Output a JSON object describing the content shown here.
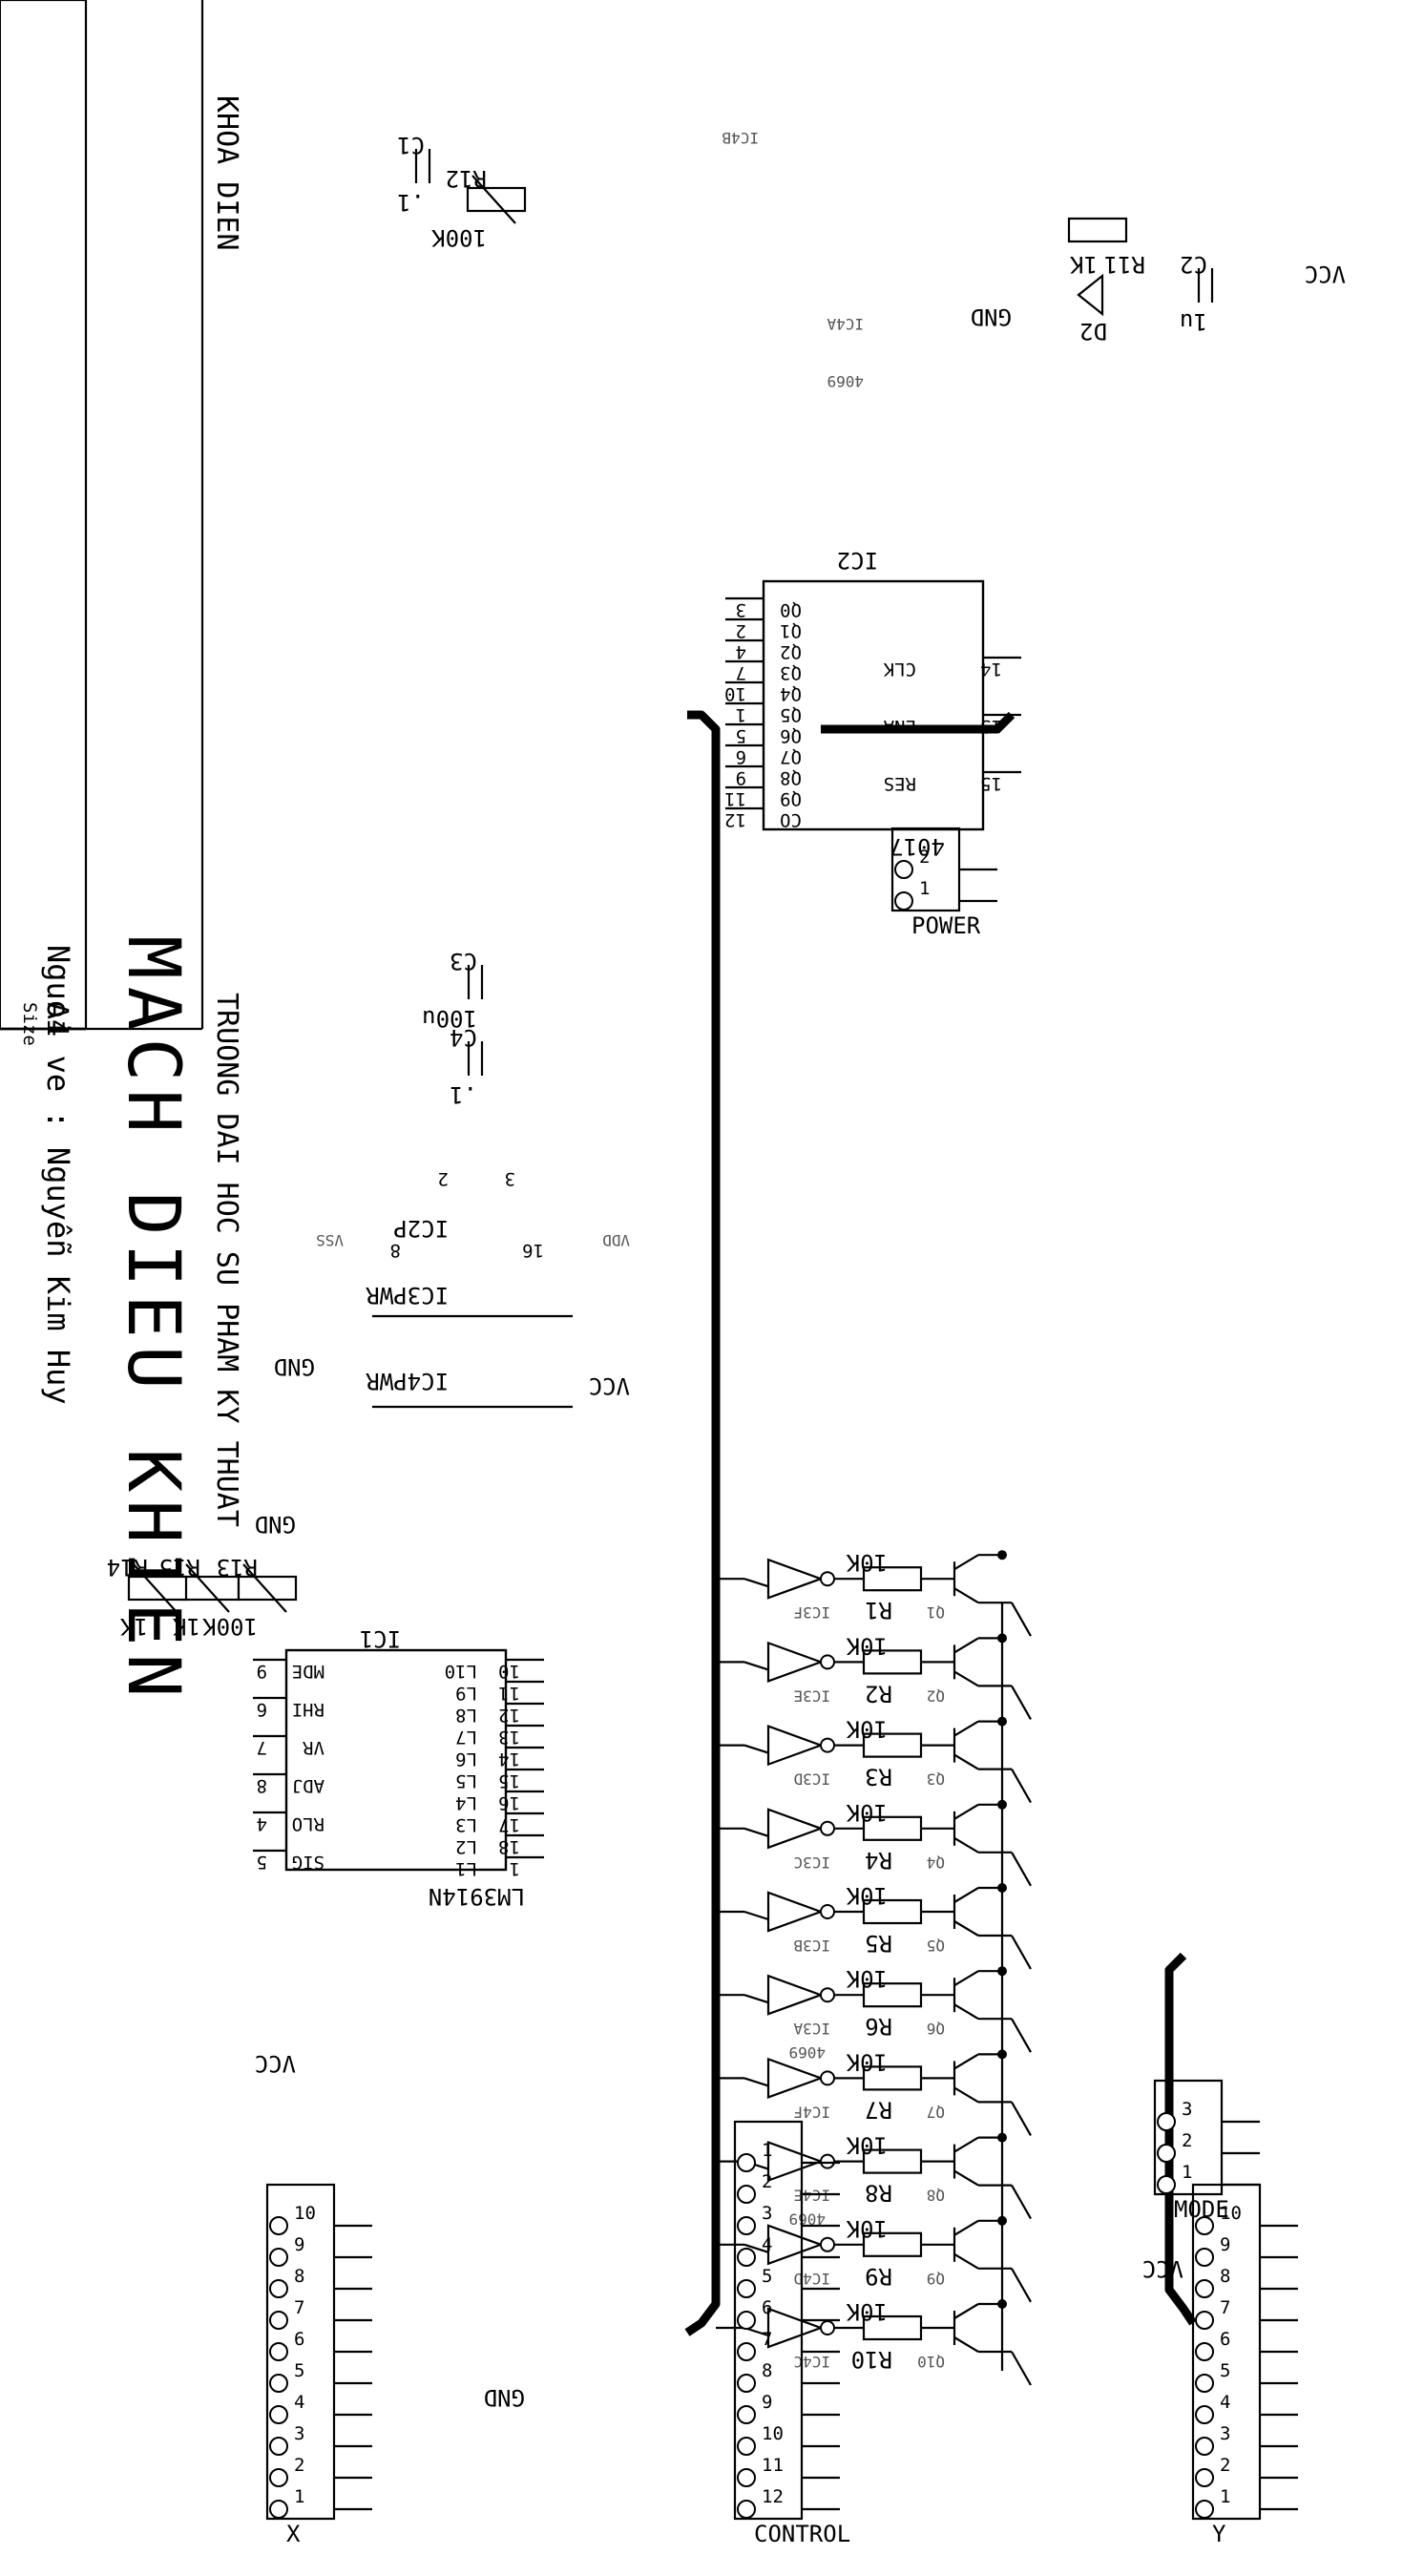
{
  "connectors": {
    "y": {
      "name": "Y",
      "pins": [
        "1",
        "2",
        "3",
        "4",
        "5",
        "6",
        "7",
        "8",
        "9",
        "10"
      ]
    },
    "control": {
      "name": "CONTROL",
      "pins": [
        "12",
        "11",
        "10",
        "9",
        "8",
        "7",
        "6",
        "5",
        "4",
        "3",
        "2",
        "1"
      ]
    },
    "x": {
      "name": "X",
      "pins": [
        "1",
        "2",
        "3",
        "4",
        "5",
        "6",
        "7",
        "8",
        "9",
        "10"
      ]
    },
    "mode": {
      "name": "MODE",
      "pins": [
        "1",
        "2",
        "3"
      ]
    },
    "power": {
      "name": "POWER",
      "pins": [
        "1",
        "2"
      ]
    }
  },
  "stages": [
    {
      "inv": "IC4C",
      "r_name": "R10",
      "r_val": "10K",
      "q": "Q10",
      "part": ""
    },
    {
      "inv": "IC4D",
      "r_name": "R9",
      "r_val": "10K",
      "q": "Q9",
      "part": ""
    },
    {
      "inv": "IC4E",
      "r_name": "R8",
      "r_val": "10K",
      "q": "Q8",
      "part": "4069"
    },
    {
      "inv": "IC4F",
      "r_name": "R7",
      "r_val": "10K",
      "q": "Q7",
      "part": ""
    },
    {
      "inv": "IC3A",
      "r_name": "R6",
      "r_val": "10K",
      "q": "Q6",
      "part": "4069"
    },
    {
      "inv": "IC3B",
      "r_name": "R5",
      "r_val": "10K",
      "q": "Q5",
      "part": ""
    },
    {
      "inv": "IC3C",
      "r_name": "R4",
      "r_val": "10K",
      "q": "Q4",
      "part": ""
    },
    {
      "inv": "IC3D",
      "r_name": "R3",
      "r_val": "10K",
      "q": "Q3",
      "part": ""
    },
    {
      "inv": "IC3E",
      "r_name": "R2",
      "r_val": "10K",
      "q": "Q2",
      "part": ""
    },
    {
      "inv": "IC3F",
      "r_name": "R1",
      "r_val": "10K",
      "q": "Q1",
      "part": ""
    }
  ],
  "ic1": {
    "ref": "IC1",
    "part": "LM3914N",
    "left_pins": [
      {
        "num": "9",
        "name": "MDE"
      },
      {
        "num": "6",
        "name": "RHI"
      },
      {
        "num": "7",
        "name": "VR"
      },
      {
        "num": "8",
        "name": "ADJ"
      },
      {
        "num": "4",
        "name": "RLO"
      },
      {
        "num": "5",
        "name": "SIG"
      }
    ],
    "right_pins": [
      {
        "num": "10",
        "name": "L10"
      },
      {
        "num": "11",
        "name": "L9"
      },
      {
        "num": "12",
        "name": "L8"
      },
      {
        "num": "13",
        "name": "L7"
      },
      {
        "num": "14",
        "name": "L6"
      },
      {
        "num": "15",
        "name": "L5"
      },
      {
        "num": "16",
        "name": "L4"
      },
      {
        "num": "17",
        "name": "L3"
      },
      {
        "num": "18",
        "name": "L2"
      },
      {
        "num": "1",
        "name": "L1"
      }
    ]
  },
  "ic2": {
    "ref": "IC2",
    "part": "4017",
    "outputs": [
      {
        "num": "3",
        "name": "Q0"
      },
      {
        "num": "2",
        "name": "Q1"
      },
      {
        "num": "4",
        "name": "Q2"
      },
      {
        "num": "7",
        "name": "Q3"
      },
      {
        "num": "10",
        "name": "Q4"
      },
      {
        "num": "1",
        "name": "Q5"
      },
      {
        "num": "5",
        "name": "Q6"
      },
      {
        "num": "6",
        "name": "Q7"
      },
      {
        "num": "9",
        "name": "Q8"
      },
      {
        "num": "11",
        "name": "Q9"
      },
      {
        "num": "12",
        "name": "CO"
      }
    ],
    "inputs": [
      {
        "num": "14",
        "name": "CLK"
      },
      {
        "num": "13",
        "name": "ENA"
      },
      {
        "num": "15",
        "name": "RES"
      }
    ]
  },
  "ic2p": {
    "ref": "IC2P",
    "pin8": "8",
    "pin16": "16",
    "pin2": "2",
    "pin3": "3",
    "vss": "VSS",
    "vdd": "VDD"
  },
  "power_parts": {
    "ic4pwr": "IC4PWR",
    "ic3pwr": "IC3PWR"
  },
  "pots": {
    "r15": {
      "name": "R15",
      "val": "1K"
    },
    "r14": {
      "name": "R14",
      "val": "1K"
    },
    "r13": {
      "name": "R13",
      "val": "100K"
    },
    "r12": {
      "name": "R12",
      "val": "100K"
    }
  },
  "caps": {
    "c4": {
      "name": "C4",
      "val": ".1"
    },
    "c3": {
      "name": "C3",
      "val": "100u"
    },
    "c2": {
      "name": "C2",
      "val": "1u"
    },
    "c1": {
      "name": "C1",
      "val": ".1"
    }
  },
  "misc": {
    "d2": "D2",
    "r11": "R11",
    "r11_val": "1K",
    "ic4a": "IC4A",
    "ic4b": "IC4B",
    "ic4a_part": "4069",
    "vcc": "VCC",
    "gnd": "GND"
  },
  "title_block": {
    "school": "TRUONG DAI HOC SU PHAM KY THUAT",
    "faculty": "KHOA DIEN",
    "title": "MACH DIEU KHIEN",
    "author": "Nguoi ve : Nguyễn Kim Huy",
    "size_label": "Size",
    "size_value": "A4"
  }
}
